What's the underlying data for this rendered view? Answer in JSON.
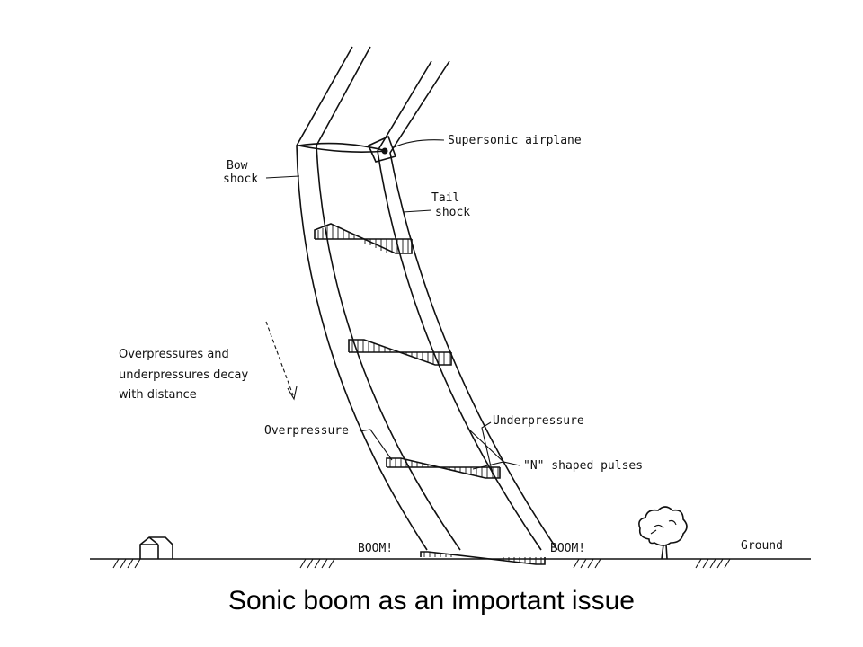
{
  "diagram": {
    "labels": {
      "airplane": "Supersonic airplane",
      "bow_1": "Bow",
      "bow_2": "shock",
      "tail_1": "Tail",
      "tail_2": "shock",
      "decay_1": "Overpressures and",
      "decay_2": "underpressures decay",
      "decay_3": "with distance",
      "overpressure": "Overpressure",
      "underpressure": "Underpressure",
      "pulses": "\"N\" shaped pulses",
      "boom_left": "BOOM!",
      "boom_right": "BOOM!",
      "ground": "Ground"
    }
  },
  "caption": "Sonic boom as an important issue"
}
